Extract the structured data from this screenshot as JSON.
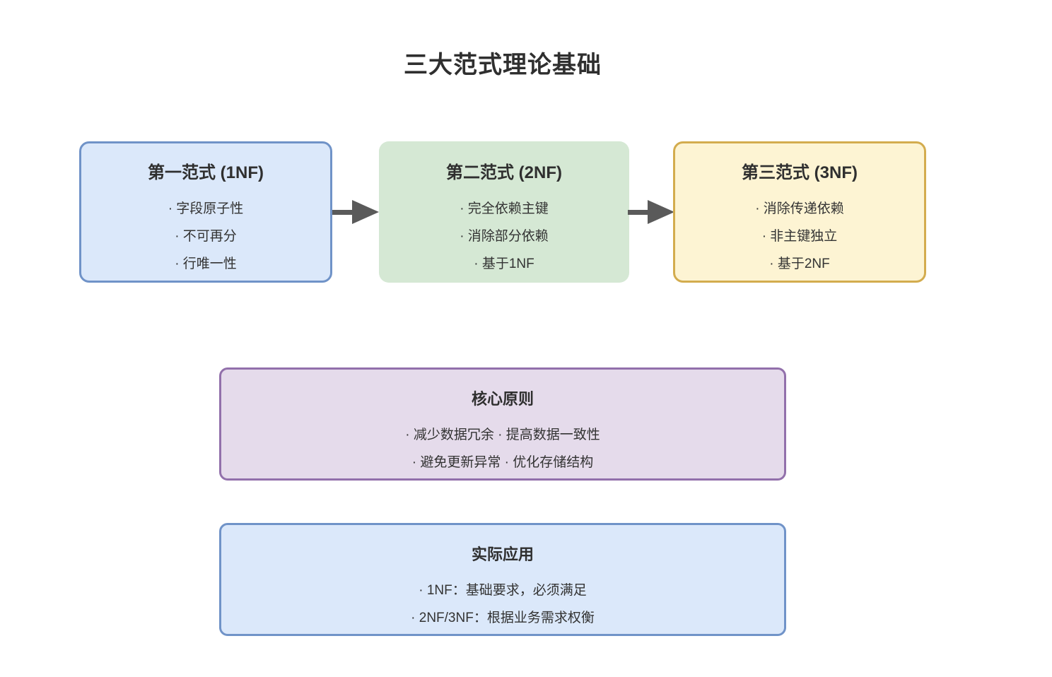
{
  "title": "三大范式理论基础",
  "nf_boxes": [
    {
      "title": "第一范式 (1NF)",
      "items": [
        "· 字段原子性",
        "· 不可再分",
        "· 行唯一性"
      ],
      "fill": "#dbe8fa",
      "stroke": "#7093c8"
    },
    {
      "title": "第二范式 (2NF)",
      "items": [
        "· 完全依赖主键",
        "· 消除部分依赖",
        "· 基于1NF"
      ],
      "fill": "#d5e8d4",
      "stroke": "none"
    },
    {
      "title": "第三范式 (3NF)",
      "items": [
        "· 消除传递依赖",
        "· 非主键独立",
        "· 基于2NF"
      ],
      "fill": "#fdf4d3",
      "stroke": "#d3ac4e"
    }
  ],
  "principles": {
    "title": "核心原则",
    "lines": [
      "· 减少数据冗余 · 提高数据一致性",
      "· 避免更新异常 · 优化存储结构"
    ],
    "fill": "#e5dbeb",
    "stroke": "#9270ab"
  },
  "application": {
    "title": "实际应用",
    "lines": [
      "· 1NF：基础要求，必须满足",
      "· 2NF/3NF：根据业务需求权衡"
    ],
    "fill": "#dbe8fa",
    "stroke": "#7093c8"
  },
  "colors": {
    "arrow": "#5a5a5a",
    "text": "#333333",
    "background": "#ffffff"
  }
}
